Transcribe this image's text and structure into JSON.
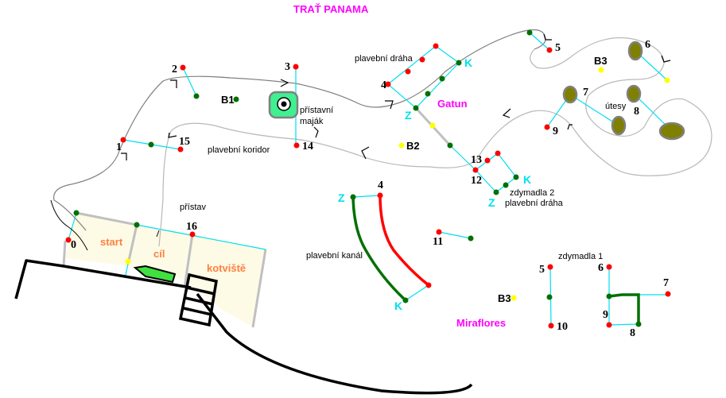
{
  "title": "TRAŤ PANAMA",
  "labels": {
    "plavebni_draha_top": "plavební dráha",
    "gatun": "Gatun",
    "pristavni": "přístavní",
    "majak": "maják",
    "plavebni_koridor": "plavební koridor",
    "pristav": "přístav",
    "utesy": "útesy",
    "zdymadla2_line1": "zdymadla 2",
    "zdymadla2_line2": "plavební dráha",
    "plavebni_kanal": "plavební kanál",
    "zdymadla1": "zdymadla 1",
    "miraflores": "Miraflores",
    "start": "start",
    "cil": "cíl",
    "kotviste": "kotviště"
  },
  "buoys": {
    "b1": "B1",
    "b2": "B2",
    "b3_top": "B3",
    "b3_bottom": "B3"
  },
  "gate_letters": {
    "gatun_z": "Z",
    "gatun_k": "K",
    "zdym2_z": "Z",
    "zdym2_k": "K",
    "kanal_z": "Z",
    "kanal_k": "K"
  },
  "route_numbers": {
    "n0": "0",
    "n1": "1",
    "n2": "2",
    "n3": "3",
    "n4": "4",
    "n5": "5",
    "n6": "6",
    "n7": "7",
    "n8": "8",
    "n9": "9",
    "n12": "12",
    "n13": "13",
    "n14": "14",
    "n15": "15",
    "n16": "16",
    "n11": "11",
    "kanal_4": "4",
    "z1_5": "5",
    "z1_6": "6",
    "z1_7": "7",
    "z1_8": "8",
    "z1_9": "9",
    "z1_10": "10"
  },
  "icons": {
    "lighthouse": "lighthouse-icon",
    "boat": "boat-icon",
    "ladder": "pier-ladder-icon"
  },
  "colors": {
    "title": "#ff00ff",
    "red_buoy": "#ff0000",
    "green_buoy": "#007000",
    "yellow_buoy": "#ffff00",
    "gate_line": "#00e0f0",
    "zone_label": "#ff8040",
    "harbor_fill": "#fdfae6",
    "rock": "#808000",
    "lighthouse": "#40f090",
    "boat": "#40e040"
  }
}
